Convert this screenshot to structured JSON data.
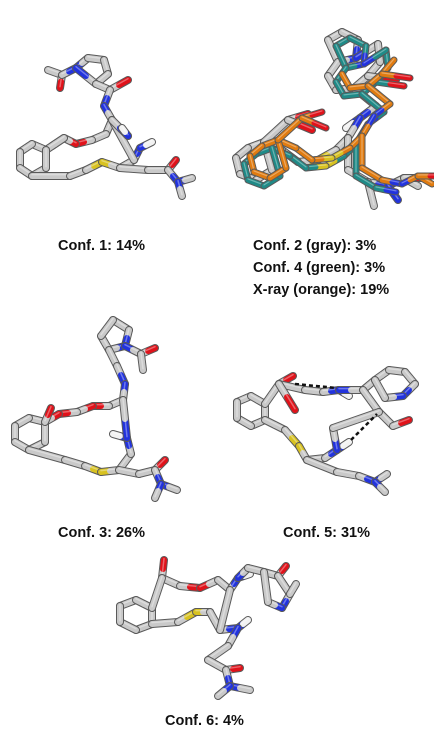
{
  "colors": {
    "carbon": "#8e8e8e",
    "carbon_hi": "#c9c9c9",
    "carbon_edge": "#5a5a5a",
    "oxygen": "#e0121a",
    "nitrogen": "#2233dd",
    "sulfur": "#d8c220",
    "hydrogen": "#f2f2f2",
    "teal": "#1f8a87",
    "orange": "#e07b10"
  },
  "panels": {
    "conf1": {
      "caption": "Conf. 1: 14%"
    },
    "conf2": {
      "caption_lines": [
        "Conf. 2 (gray): 3%",
        "Conf. 4 (green): 3%",
        "X-ray (orange): 19%"
      ]
    },
    "conf3": {
      "caption": "Conf. 3: 26%"
    },
    "conf5": {
      "caption": "Conf. 5: 31%"
    },
    "conf6": {
      "caption": "Conf. 6: 4%"
    }
  }
}
